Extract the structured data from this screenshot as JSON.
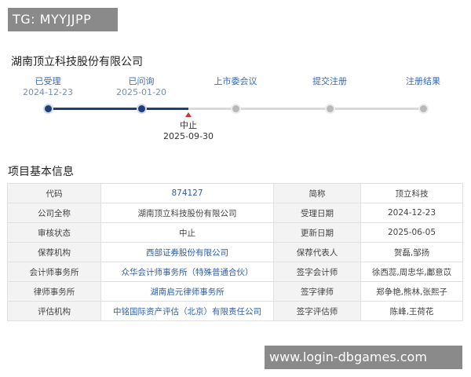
{
  "watermark_top": "TG: MYYJJPP",
  "watermark_bottom": "www.login-dbgames.com",
  "company_name": "湖南顶立科技股份有限公司",
  "timeline": {
    "steps": [
      {
        "label": "已受理",
        "date": "2024-12-23",
        "status": "done"
      },
      {
        "label": "已问询",
        "date": "2025-01-20",
        "status": "done"
      },
      {
        "label": "上市委会议",
        "date": "",
        "status": "pending"
      },
      {
        "label": "提交注册",
        "date": "",
        "status": "pending"
      },
      {
        "label": "注册结果",
        "date": "",
        "status": "pending"
      }
    ],
    "stop_label": "中止",
    "stop_date": "2025-09-30",
    "colors": {
      "done": "#1e3f7a",
      "pending": "#b9b9b9",
      "stop_marker": "#c0392b"
    }
  },
  "section_title": "项目基本信息",
  "table": {
    "rows": [
      {
        "label1": "代码",
        "value1": "874127",
        "label2": "简称",
        "value2": "顶立科技"
      },
      {
        "label1": "公司全称",
        "value1": "湖南顶立科技股份有限公司",
        "label2": "受理日期",
        "value2": "2024-12-23"
      },
      {
        "label1": "审核状态",
        "value1": "中止",
        "label2": "更新日期",
        "value2": "2025-06-05"
      },
      {
        "label1": "保荐机构",
        "value1": "西部证券股份有限公司",
        "label2": "保荐代表人",
        "value2": "贺磊,邹扬"
      },
      {
        "label1": "会计师事务所",
        "value1": "众华会计师事务所（特殊普通合伙）",
        "label2": "签字会计师",
        "value2": "徐西蕊,周忠华,鄘意苡"
      },
      {
        "label1": "律师事务所",
        "value1": "湖南启元律师事务所",
        "label2": "签字律师",
        "value2": "郑争艳,熊林,张熙子"
      },
      {
        "label1": "评估机构",
        "value1": "中铭国际资产评估（北京）有限责任公司",
        "label2": "签字评估师",
        "value2": "陈峰,王荷花"
      }
    ]
  }
}
